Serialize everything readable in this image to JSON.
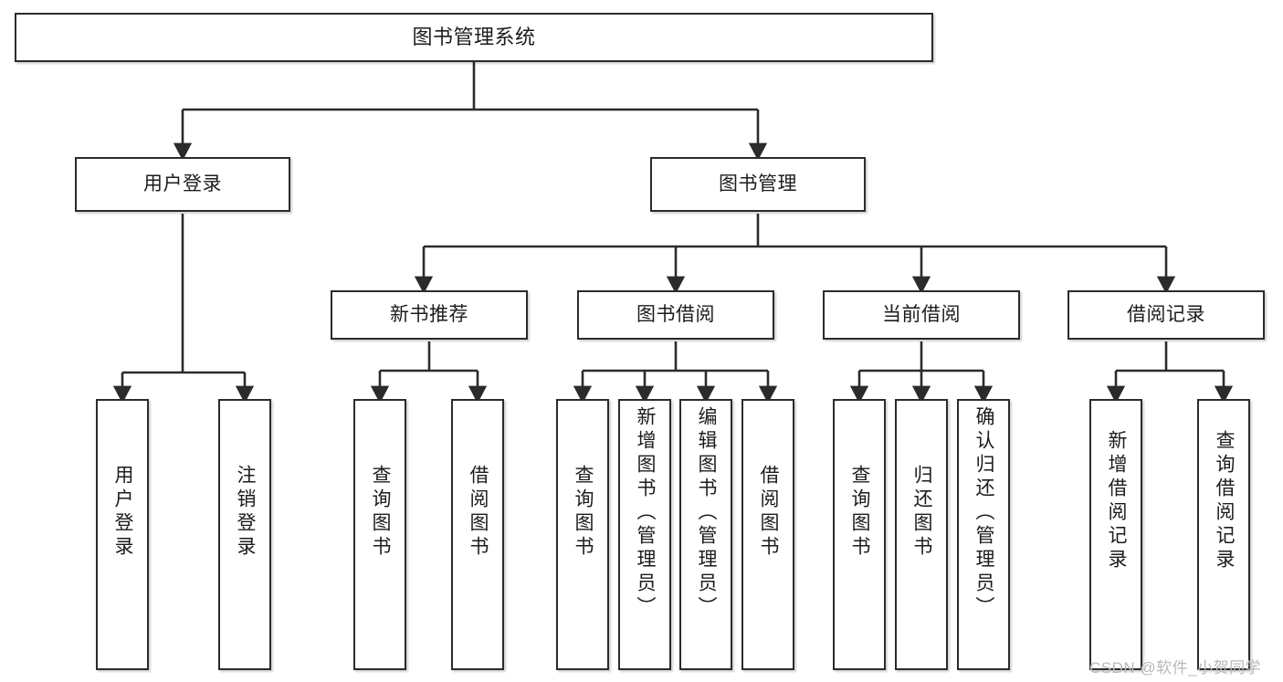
{
  "diagram": {
    "type": "tree-hierarchy",
    "title": "图书管理系统",
    "orientation": "top-down",
    "line_color": "#2b2b2b",
    "box_fill": "#ffffff",
    "text_color": "#1c1c1c",
    "nodes": {
      "root": {
        "label": "图书管理系统",
        "level": 0
      },
      "l1": [
        {
          "id": "user-login",
          "label": "用户登录",
          "level": 1
        },
        {
          "id": "book-manage",
          "label": "图书管理",
          "level": 1
        }
      ],
      "l2": [
        {
          "id": "new-book-rec",
          "label": "新书推荐",
          "level": 2,
          "parent": "book-manage"
        },
        {
          "id": "book-borrow",
          "label": "图书借阅",
          "level": 2,
          "parent": "book-manage"
        },
        {
          "id": "current-borrow",
          "label": "当前借阅",
          "level": 2,
          "parent": "book-manage"
        },
        {
          "id": "borrow-record",
          "label": "借阅记录",
          "level": 2,
          "parent": "book-manage"
        }
      ],
      "leaves": [
        {
          "id": "leaf-user-login",
          "label": "用户登录",
          "parent": "user-login"
        },
        {
          "id": "leaf-logout-login",
          "label": "注销登录",
          "parent": "user-login"
        },
        {
          "id": "leaf-query-book-1",
          "label": "查询图书",
          "parent": "new-book-rec"
        },
        {
          "id": "leaf-borrow-book-1",
          "label": "借阅图书",
          "parent": "new-book-rec"
        },
        {
          "id": "leaf-query-book-2",
          "label": "查询图书",
          "parent": "book-borrow"
        },
        {
          "id": "leaf-add-book",
          "label": "新增图书（管理员）",
          "parent": "book-borrow"
        },
        {
          "id": "leaf-edit-book",
          "label": "编辑图书（管理员）",
          "parent": "book-borrow"
        },
        {
          "id": "leaf-borrow-book-2",
          "label": "借阅图书",
          "parent": "book-borrow"
        },
        {
          "id": "leaf-query-book-3",
          "label": "查询图书",
          "parent": "current-borrow"
        },
        {
          "id": "leaf-return-book",
          "label": "归还图书",
          "parent": "current-borrow"
        },
        {
          "id": "leaf-confirm-return",
          "label": "确认归还（管理员）",
          "parent": "current-borrow"
        },
        {
          "id": "leaf-add-record",
          "label": "新增借阅记录",
          "parent": "borrow-record"
        },
        {
          "id": "leaf-query-record",
          "label": "查询借阅记录",
          "parent": "borrow-record"
        }
      ]
    }
  },
  "watermark": {
    "text": "CSDN @软件_小贺同学"
  }
}
